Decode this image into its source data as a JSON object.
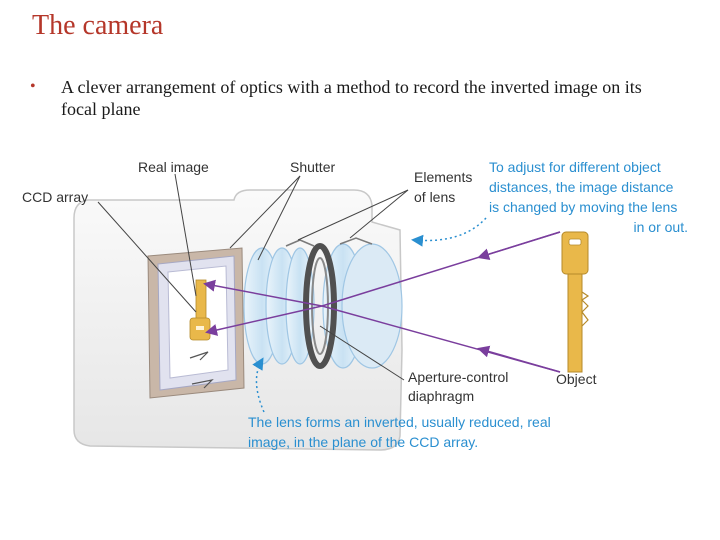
{
  "slide": {
    "title": "The camera",
    "bullet": "A clever arrangement of optics with a method to record the inverted image on its focal plane"
  },
  "diagram": {
    "labels": {
      "real_image": "Real image",
      "shutter": "Shutter",
      "ccd_array": "CCD array",
      "elements_of_lens": [
        "Elements",
        "of lens"
      ],
      "adjust_note": [
        "To adjust for different object",
        "distances, the image distance",
        "is changed by moving the lens",
        "in or out."
      ],
      "object": "Object",
      "aperture": [
        "Aperture-control",
        "diaphragm"
      ],
      "lens_note": [
        "The lens forms an inverted, usually reduced, real",
        "image, in the plane of the CCD array."
      ]
    },
    "colors": {
      "title": "#b5372a",
      "annotation": "#2a8fd0",
      "ray": "#7a3e9d",
      "key": "#e9b84a",
      "lens": "#cfe4f3",
      "body": "#f1f1f1"
    }
  }
}
